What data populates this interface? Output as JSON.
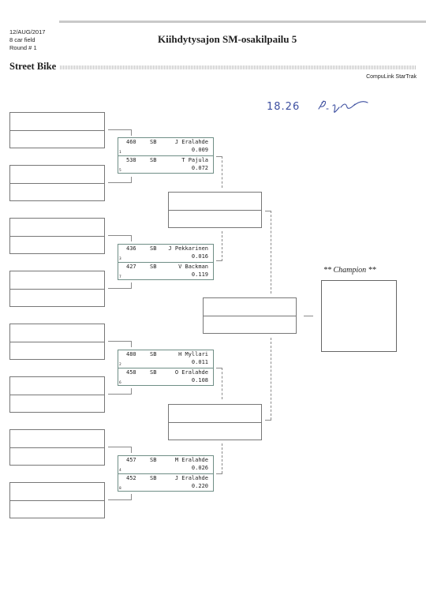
{
  "header": {
    "date": "12/AUG/2017",
    "field": "8 car field",
    "round": "Round # 1",
    "title": "Kiihdytysajon SM-osakilpailu 5",
    "class_name": "Street Bike",
    "system": "CompuLink StarTrak"
  },
  "handwriting": {
    "time": "18.26",
    "initials": "P.-g"
  },
  "champion_label": "** Champion **",
  "matches": [
    {
      "entries": [
        {
          "car": "460",
          "cls": "SB",
          "driver": "J Eralahde",
          "rt": "0.009",
          "seed": "1"
        },
        {
          "car": "538",
          "cls": "SB",
          "driver": "T Pajula",
          "rt": "0.072",
          "seed": "5"
        }
      ]
    },
    {
      "entries": [
        {
          "car": "436",
          "cls": "SB",
          "driver": "J Pekkarinen",
          "rt": "0.016",
          "seed": "3"
        },
        {
          "car": "427",
          "cls": "SB",
          "driver": "V Backman",
          "rt": "0.119",
          "seed": "7"
        }
      ]
    },
    {
      "entries": [
        {
          "car": "480",
          "cls": "SB",
          "driver": "H Myllari",
          "rt": "0.011",
          "seed": "2"
        },
        {
          "car": "458",
          "cls": "SB",
          "driver": "O Eralahde",
          "rt": "0.108",
          "seed": "6"
        }
      ]
    },
    {
      "entries": [
        {
          "car": "457",
          "cls": "SB",
          "driver": "M Eralahde",
          "rt": "0.026",
          "seed": "4"
        },
        {
          "car": "452",
          "cls": "SB",
          "driver": "J Eralahde",
          "rt": "0.220",
          "seed": "8"
        }
      ]
    }
  ]
}
